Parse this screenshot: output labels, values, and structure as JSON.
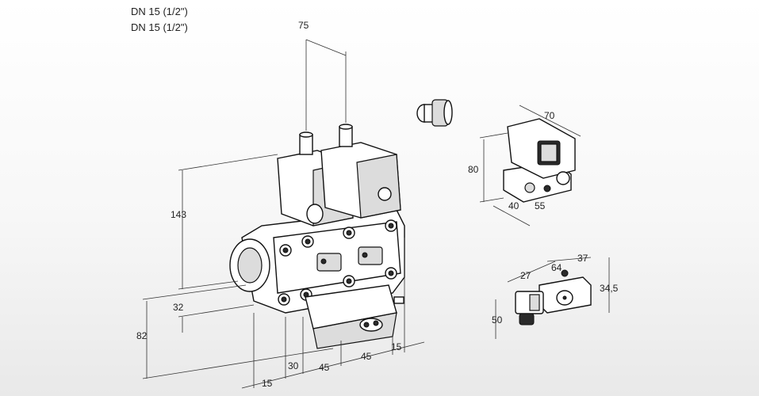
{
  "header": {
    "line1": "DN 15 (1/2\")",
    "line2": "DN 15 (1/2\")"
  },
  "dimensions": {
    "main_top_width": "75",
    "main_height": "143",
    "main_lower_height": "32",
    "main_total_height": "82",
    "main_bottom_30": "30",
    "main_bottom_45a": "45",
    "main_bottom_45b": "45",
    "main_bottom_15a": "15",
    "main_bottom_15b": "15",
    "top_right_width": "70",
    "top_right_height": "80",
    "top_right_depth_40": "40",
    "top_right_depth_55": "55",
    "bottom_right_27": "27",
    "bottom_right_64": "64",
    "bottom_right_37": "37",
    "bottom_right_345": "34,5",
    "bottom_right_50": "50"
  }
}
